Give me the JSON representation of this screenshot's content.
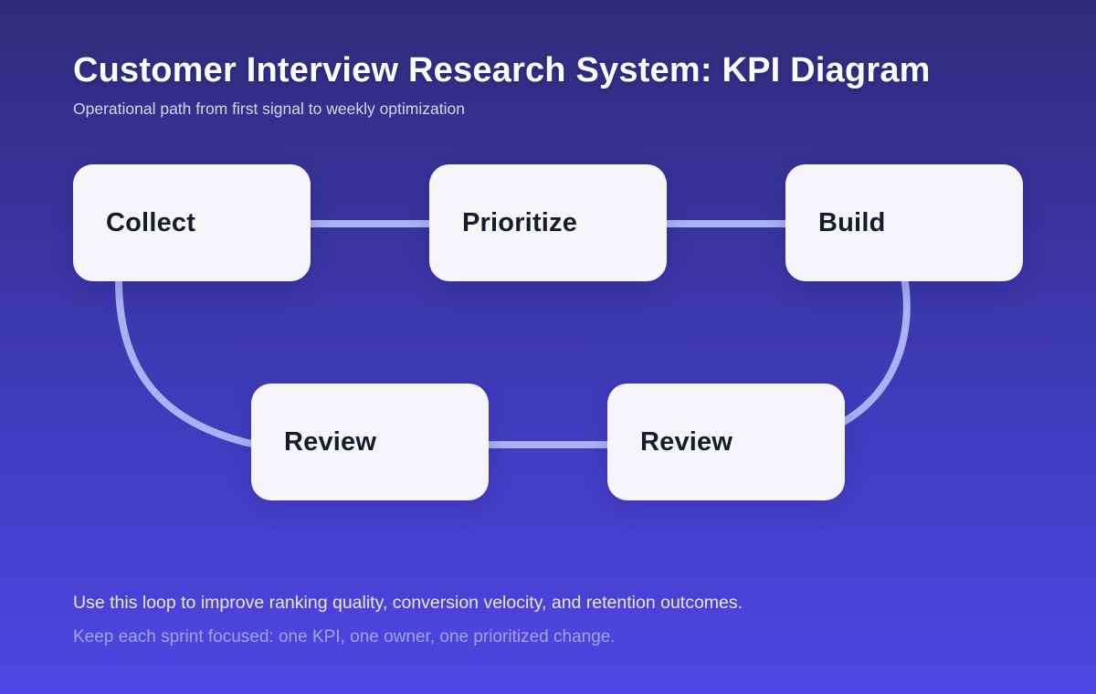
{
  "header": {
    "title": "Customer Interview Research System: KPI Diagram",
    "subtitle": "Operational path from first signal to weekly optimization"
  },
  "diagram": {
    "nodes": [
      {
        "id": "collect",
        "label": "Collect"
      },
      {
        "id": "prioritize",
        "label": "Prioritize"
      },
      {
        "id": "build",
        "label": "Build"
      },
      {
        "id": "review-1",
        "label": "Review"
      },
      {
        "id": "review-2",
        "label": "Review"
      }
    ],
    "edges": [
      {
        "from": "collect",
        "to": "prioritize"
      },
      {
        "from": "prioritize",
        "to": "build"
      },
      {
        "from": "build",
        "to": "review-2"
      },
      {
        "from": "review-1",
        "to": "review-2"
      },
      {
        "from": "collect",
        "to": "review-1"
      }
    ]
  },
  "footer": {
    "line1": "Use this loop to improve ranking quality, conversion velocity, and retention outcomes.",
    "line2": "Keep each sprint focused: one KPI, one owner, one prioritized change."
  },
  "colors": {
    "background_top": "#2f2c7a",
    "background_bottom": "#4f46e5",
    "connector": "#a9b2f3",
    "node_fill": "#f5f5fa",
    "node_text": "#171b2e",
    "title_text": "#fcfcff",
    "subtitle_text": "#d8d5ee",
    "footer_primary_text": "#e9e7f8",
    "footer_secondary_text": "#a6a1e2"
  }
}
